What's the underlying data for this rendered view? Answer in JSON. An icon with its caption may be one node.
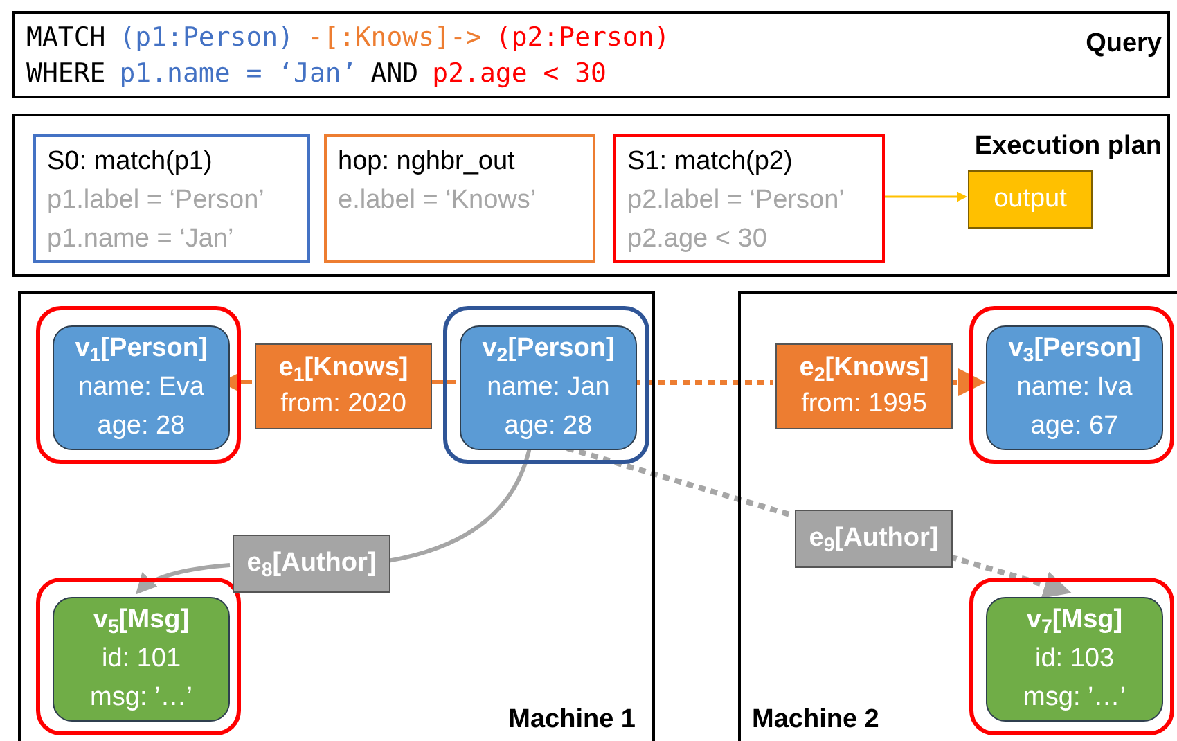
{
  "diagram": {
    "nodes": [
      {
        "text": [
          "MATCH",
          "(p1:Person)",
          "-[:Knows]->",
          "(p2:Person)",
          "WHERE",
          "p1.name = ‘Jan’",
          "AND",
          "p2.age < 30",
          "Query"
        ]
      },
      {
        "text": [
          "Execution plan"
        ]
      },
      {
        "text": [
          "S0: match(p1)",
          "p1.label = ‘Person’",
          "p1.name = ‘Jan’"
        ],
        "in": 1
      },
      {
        "text": [
          "hop: nghbr_out",
          "e.label = ‘Knows’"
        ],
        "in": 1
      },
      {
        "text": [
          "S1: match(p2)",
          "p2.label = ‘Person’",
          "p2.age < 30"
        ],
        "in": 1
      },
      {
        "text": [
          "output"
        ],
        "in": 1
      },
      {
        "text": [
          "Machine 1"
        ]
      },
      {
        "text": [
          "Machine 2"
        ]
      },
      {
        "text": [],
        "shape": "box",
        "in": 6
      },
      {
        "text": [
          "v$_{1}$[Person]",
          "name: Eva",
          "age: 28"
        ],
        "in": 8
      },
      {
        "text": [
          "e$_{1}$[Knows]",
          "from: 2020"
        ],
        "in": 6
      },
      {
        "text": [],
        "shape": "box",
        "in": 6
      },
      {
        "text": [
          "v$_{2}$[Person]",
          "name: Jan",
          "age: 28"
        ],
        "in": 11
      },
      {
        "text": [],
        "shape": "box",
        "in": 6
      },
      {
        "text": [
          "v$_{5}$[Msg]",
          "id: 101",
          "msg: ’…’"
        ],
        "in": 13
      },
      {
        "text": [
          "e$_{8}$[Author]"
        ],
        "in": 6
      },
      {
        "text": [
          "e$_{2}$[Knows]",
          "from: 1995"
        ],
        "in": 7
      },
      {
        "text": [],
        "shape": "box",
        "in": 7
      },
      {
        "text": [
          "v$_{3}$[Person]",
          "name: Iva",
          "age: 67"
        ],
        "in": 17
      },
      {
        "text": [
          "e$_{9}$[Author]"
        ],
        "in": 7
      },
      {
        "text": [],
        "shape": "box",
        "in": 7
      },
      {
        "text": [
          "v$_{7}$[Msg]",
          "id: 103",
          "msg: ’…’"
        ],
        "in": 20
      }
    ],
    "edges": [
      {
        "from": 4,
        "to": 5,
        "arrow": "to",
        "color": "#ffc000"
      },
      {
        "from": 12,
        "to": 10,
        "arrow": "none",
        "color": "#ed7d31"
      },
      {
        "from": 10,
        "to": 9,
        "arrow": "to",
        "color": "#ed7d31"
      },
      {
        "from": 12,
        "to": 16,
        "arrow": "none",
        "style": "dashed",
        "color": "#ed7d31"
      },
      {
        "from": 16,
        "to": 18,
        "arrow": "to",
        "style": "dashed",
        "color": "#ed7d31"
      },
      {
        "from": 12,
        "to": 15,
        "arrow": "none",
        "color": "#a6a6a6"
      },
      {
        "from": 15,
        "to": 14,
        "arrow": "to",
        "color": "#a6a6a6"
      },
      {
        "from": 12,
        "to": 19,
        "arrow": "none",
        "style": "dashed",
        "color": "#a6a6a6"
      },
      {
        "from": 19,
        "to": 21,
        "arrow": "to",
        "style": "dashed",
        "color": "#a6a6a6"
      }
    ]
  }
}
